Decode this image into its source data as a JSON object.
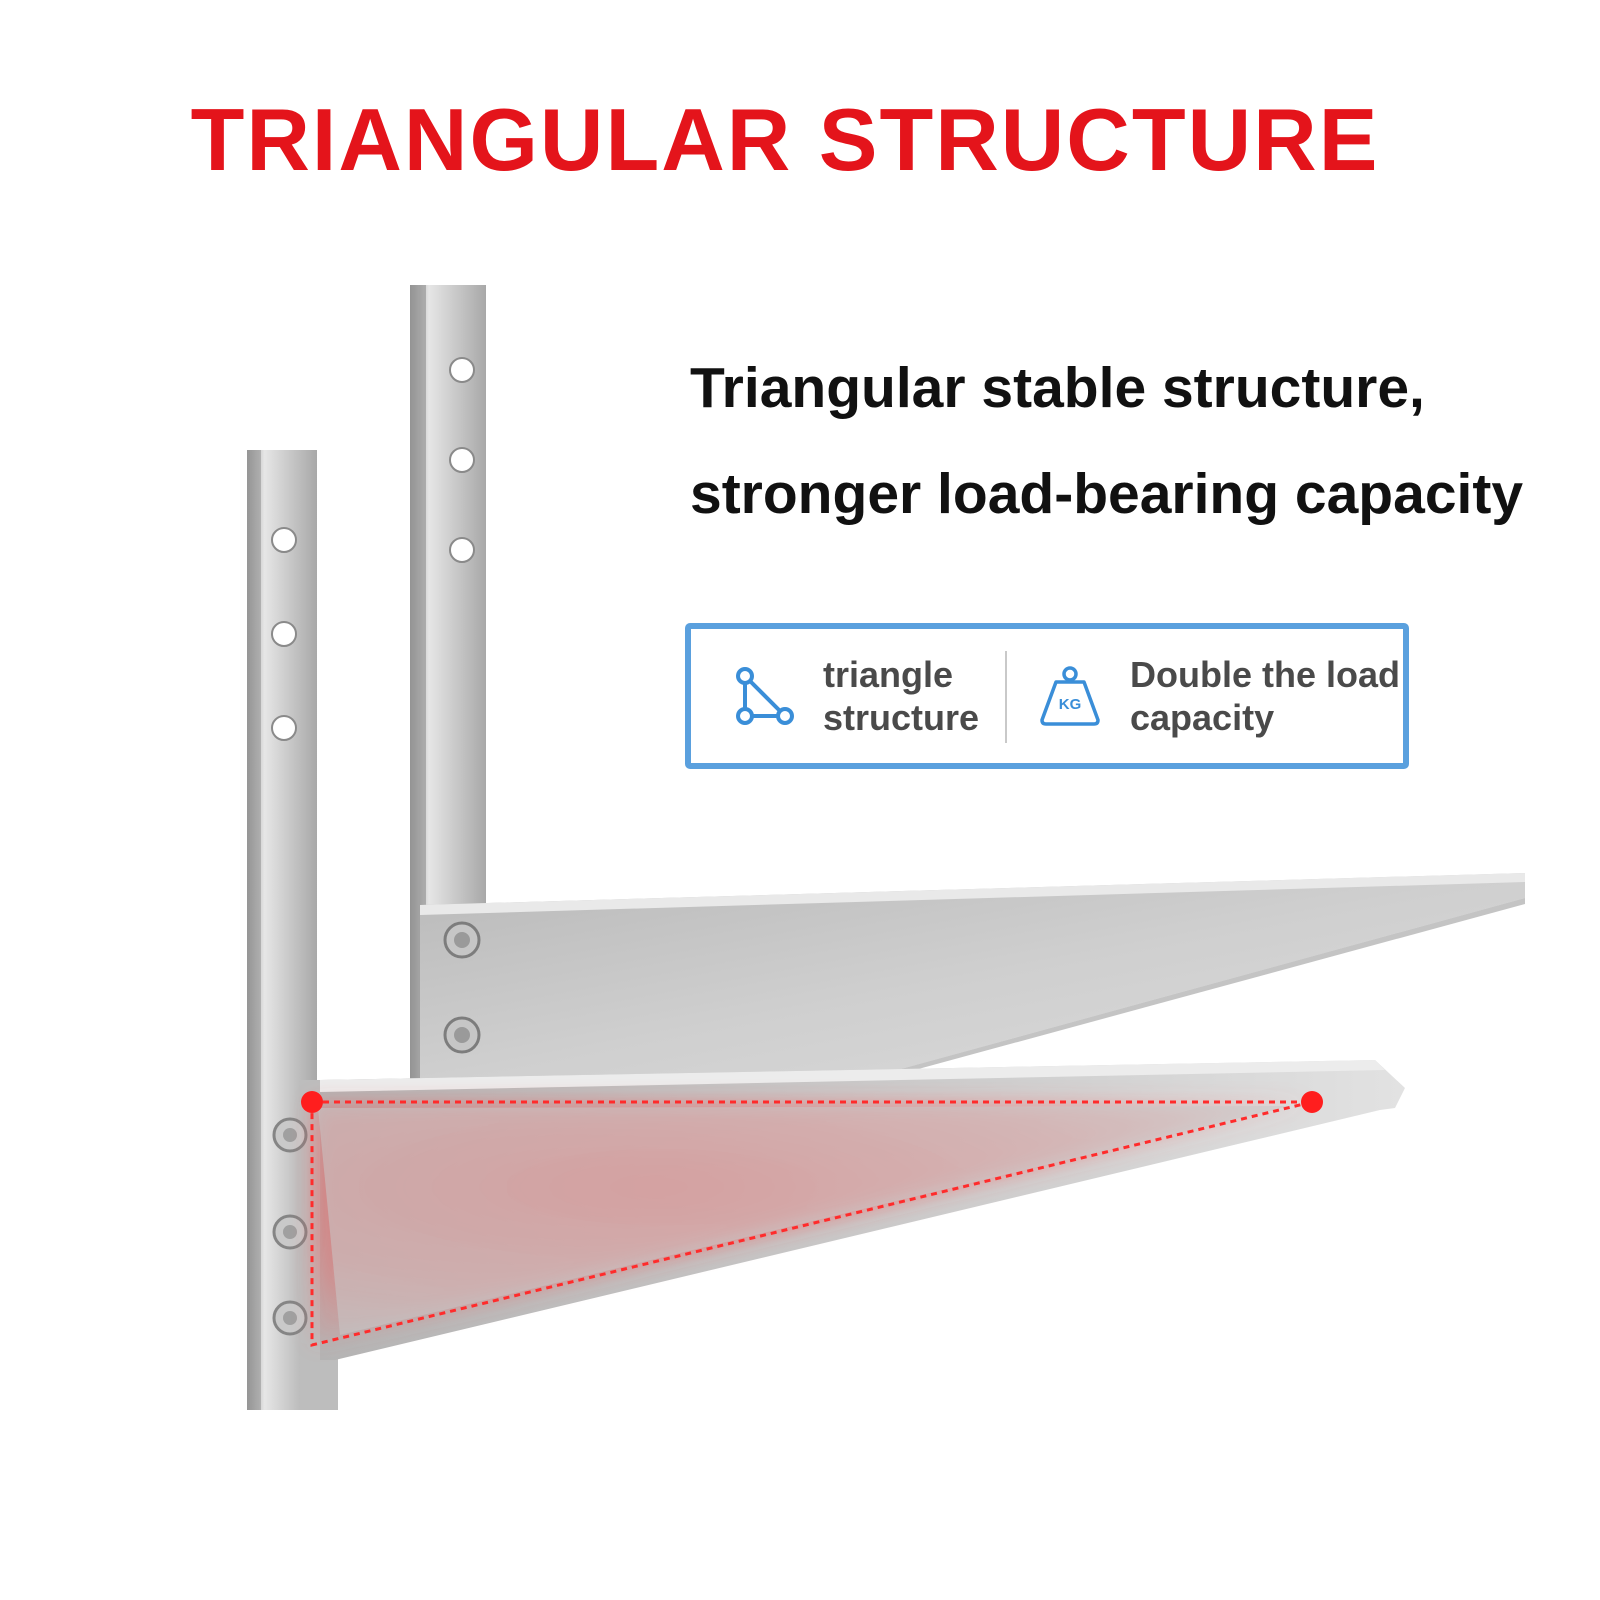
{
  "headline": "TRIANGULAR STRUCTURE",
  "tagline": {
    "line1": "Triangular stable structure,",
    "line2": "stronger load-bearing capacity"
  },
  "features": [
    {
      "icon": "triangle-structure-icon",
      "line1": "triangle",
      "line2": "structure"
    },
    {
      "icon": "kg-weight-icon",
      "icon_text": "KG",
      "line1": "Double the load",
      "line2": "capacity"
    }
  ],
  "colors": {
    "headline": "#e4141b",
    "card_border": "#5aa0de",
    "icon_blue": "#3a8ed8",
    "highlight_red": "#ff3b3b",
    "steel": "#c8c8c8"
  }
}
